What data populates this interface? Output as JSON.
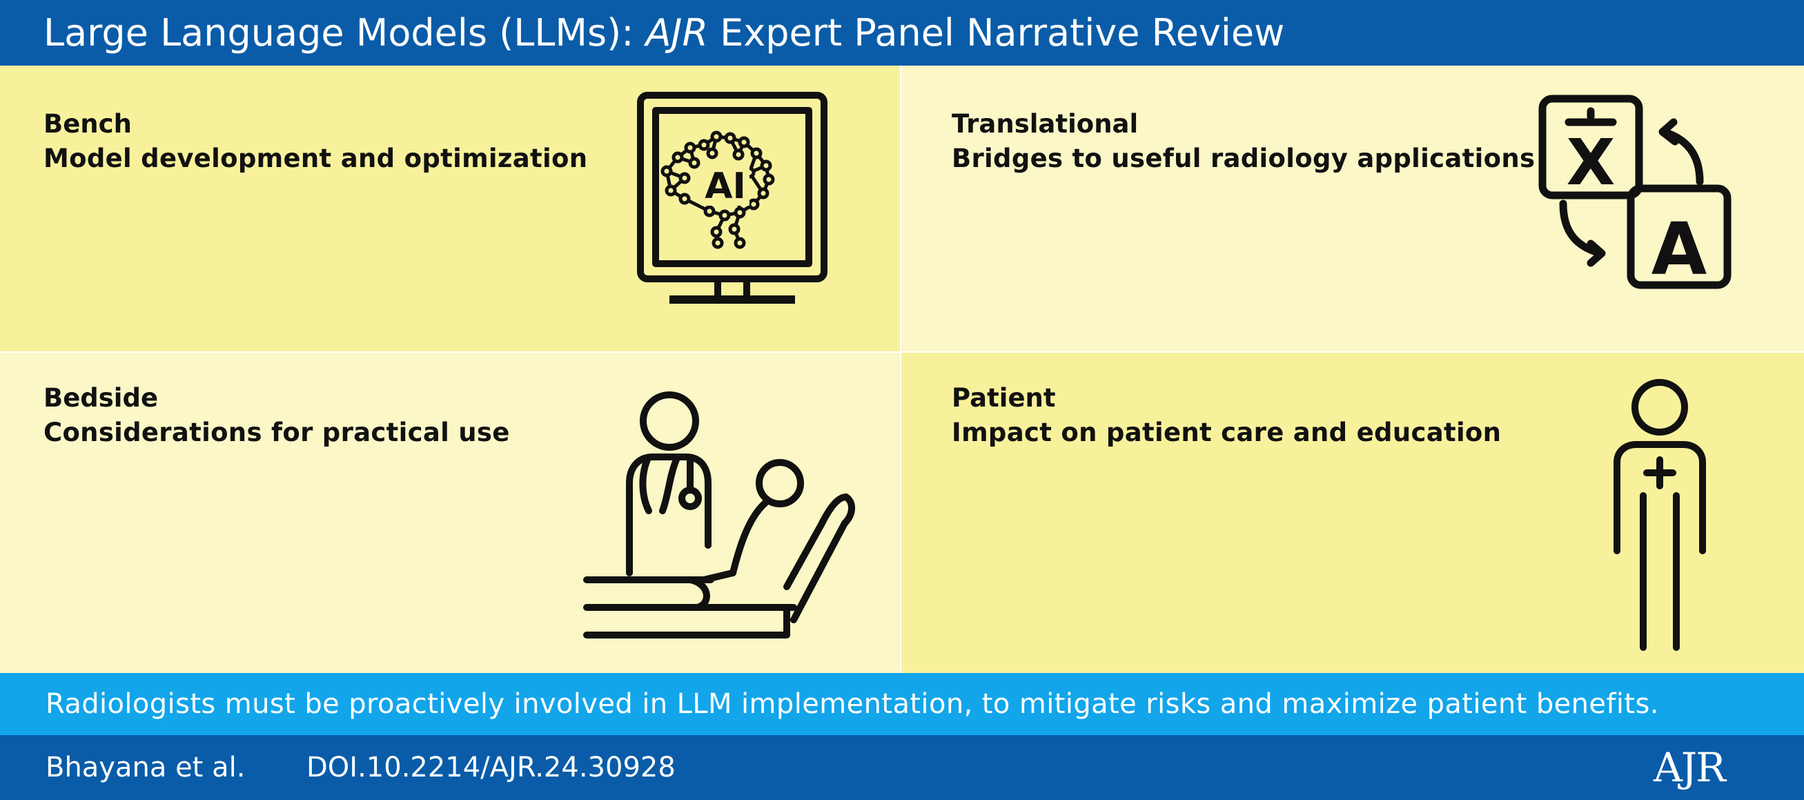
{
  "header": {
    "title_before": "Large Language Models (LLMs): ",
    "title_italic": "AJR",
    "title_after": " Expert Panel Narrative Review"
  },
  "panels": {
    "bench": {
      "title": "Bench",
      "subtitle": "Model development and optimization",
      "icon": "ai-monitor-icon"
    },
    "translational": {
      "title": "Translational",
      "subtitle": "Bridges to useful radiology applications",
      "icon": "translation-icon"
    },
    "bedside": {
      "title": "Bedside",
      "subtitle": "Considerations for practical use",
      "icon": "doctor-patient-icon"
    },
    "patient": {
      "title": "Patient",
      "subtitle": "Impact on patient care and education",
      "icon": "patient-icon"
    }
  },
  "icons": {
    "monitor_label": "AI",
    "trans_top_letter": "X",
    "trans_bottom_letter": "A"
  },
  "callout": {
    "text": "Radiologists must be proactively involved in LLM implementation, to mitigate risks and maximize patient benefits."
  },
  "footer": {
    "authors": "Bhayana et al.",
    "doi": "DOI.10.2214/AJR.24.30928",
    "logo": "AJR"
  },
  "colors": {
    "header_bg": "#0A5CA8",
    "callout_bg": "#12A5EA",
    "panel_dark": "#F8F19C",
    "panel_light": "#FBF7C7",
    "ink": "#111111"
  }
}
